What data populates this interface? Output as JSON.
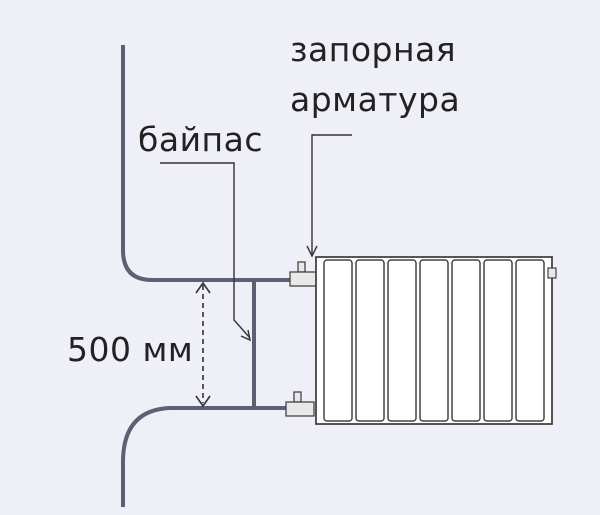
{
  "labels": {
    "shutoff_line1": "запорная",
    "shutoff_line2": "арматура",
    "bypass": "байпас",
    "distance": "500 мм"
  },
  "radiator": {
    "sections": 7
  },
  "colors": {
    "background": "#eeeff7",
    "pipe": "#5d5f72",
    "radiator_fill": "#ffffff",
    "valve_fill": "#e8e8e8",
    "text": "#222222"
  }
}
